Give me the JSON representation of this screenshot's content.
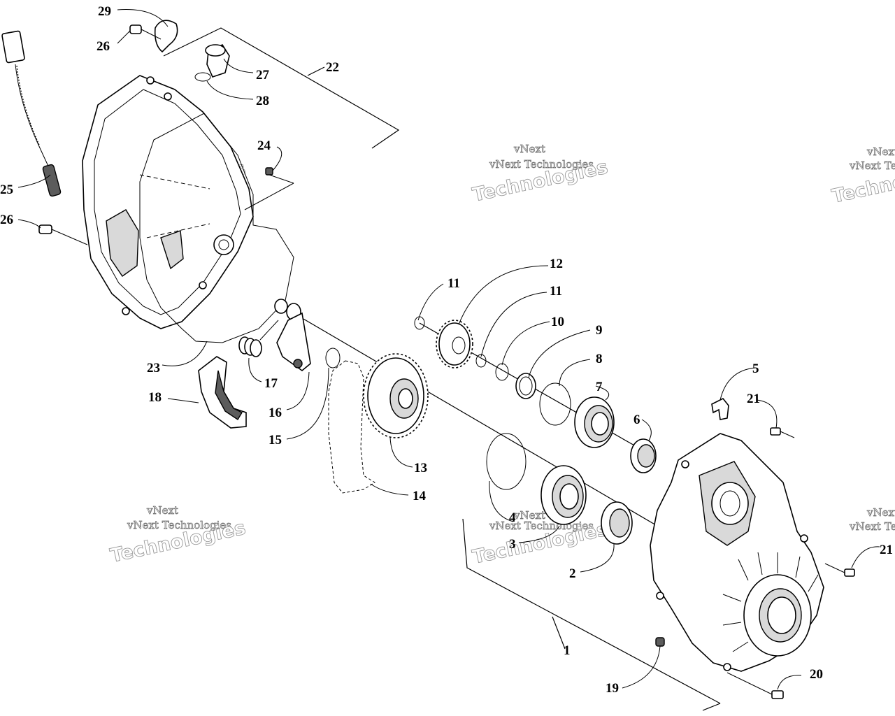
{
  "watermark": {
    "line1": "vNext",
    "line2": "vNext Technologies",
    "line3": "Technologies"
  },
  "callouts": [
    {
      "id": "c29",
      "text": "29"
    },
    {
      "id": "c26a",
      "text": "26"
    },
    {
      "id": "c27",
      "text": "27"
    },
    {
      "id": "c22",
      "text": "22"
    },
    {
      "id": "c28",
      "text": "28"
    },
    {
      "id": "c24",
      "text": "24"
    },
    {
      "id": "c25",
      "text": "25"
    },
    {
      "id": "c26b",
      "text": "26"
    },
    {
      "id": "c12",
      "text": "12"
    },
    {
      "id": "c11a",
      "text": "11"
    },
    {
      "id": "c11b",
      "text": "11"
    },
    {
      "id": "c10",
      "text": "10"
    },
    {
      "id": "c9",
      "text": "9"
    },
    {
      "id": "c8",
      "text": "8"
    },
    {
      "id": "c7",
      "text": "7"
    },
    {
      "id": "c5",
      "text": "5"
    },
    {
      "id": "c21a",
      "text": "21"
    },
    {
      "id": "c6",
      "text": "6"
    },
    {
      "id": "c23",
      "text": "23"
    },
    {
      "id": "c17",
      "text": "17"
    },
    {
      "id": "c18",
      "text": "18"
    },
    {
      "id": "c16",
      "text": "16"
    },
    {
      "id": "c15",
      "text": "15"
    },
    {
      "id": "c13",
      "text": "13"
    },
    {
      "id": "c14",
      "text": "14"
    },
    {
      "id": "c4",
      "text": "4"
    },
    {
      "id": "c3",
      "text": "3"
    },
    {
      "id": "c2",
      "text": "2"
    },
    {
      "id": "c21b",
      "text": "21"
    },
    {
      "id": "c1",
      "text": "1"
    },
    {
      "id": "c19",
      "text": "19"
    },
    {
      "id": "c20",
      "text": "20"
    }
  ]
}
